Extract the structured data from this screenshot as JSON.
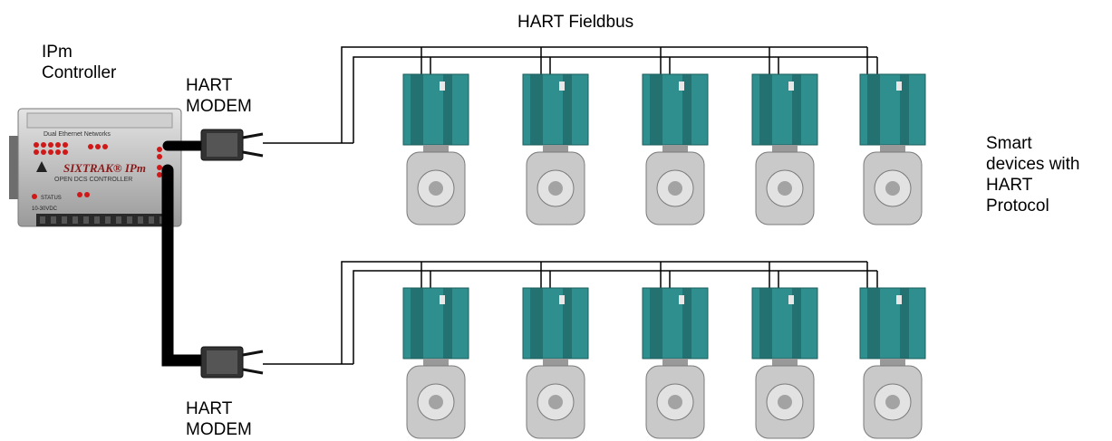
{
  "labels": {
    "fieldbus": "HART Fieldbus",
    "controller": "IPm\nController",
    "modem_top": "HART\nMODEM",
    "modem_bottom": "HART\nMODEM",
    "devices": "Smart\ndevices with\nHART\nProtocol"
  },
  "controller_panel": {
    "brand": "SIXTRAK® IPm",
    "subtitle": "OPEN DCS CONTROLLER",
    "network_text": "Dual Ethernet Networks",
    "status_text": "STATUS",
    "power_text": "10-30VDC"
  },
  "device_rows": 2,
  "devices_per_row": 5,
  "colors": {
    "teal": "#2f8f8f",
    "teal_dark": "#1d5e5e",
    "metal": "#b9b9b9",
    "cable": "#000000",
    "led": "#d01818"
  }
}
